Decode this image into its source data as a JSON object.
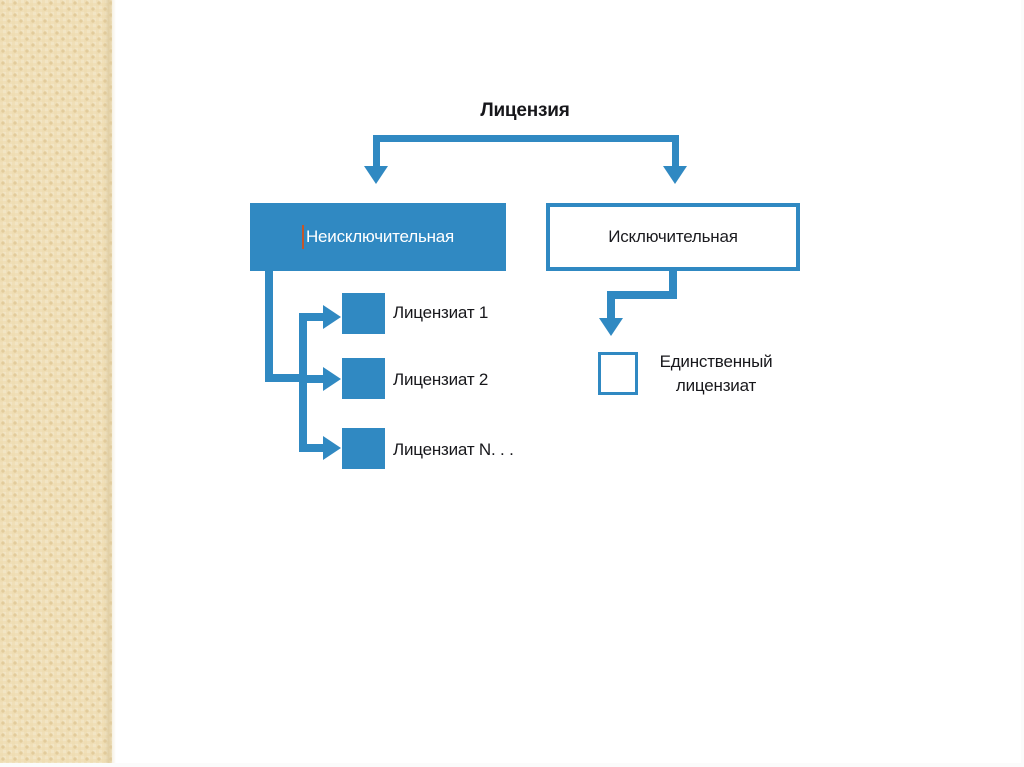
{
  "slide": {
    "background_color": "#ffffff",
    "accent_color": "#3089c2",
    "sidebar_color": "#f2e5c4",
    "caret_color": "#c4562a"
  },
  "diagram": {
    "root": {
      "label": "Лицензия"
    },
    "categories": [
      {
        "label": "Неисключительная",
        "style": "filled",
        "has_text_caret": true
      },
      {
        "label": "Исключительная",
        "style": "outlined",
        "has_text_caret": false
      }
    ],
    "nonexclusive_licensees": [
      {
        "label": "Лицензиат 1"
      },
      {
        "label": "Лицензиат 2"
      },
      {
        "label": "Лицензиат N. . ."
      }
    ],
    "exclusive_licensee": {
      "line1": "Единственный",
      "line2": "лицензиат"
    }
  }
}
